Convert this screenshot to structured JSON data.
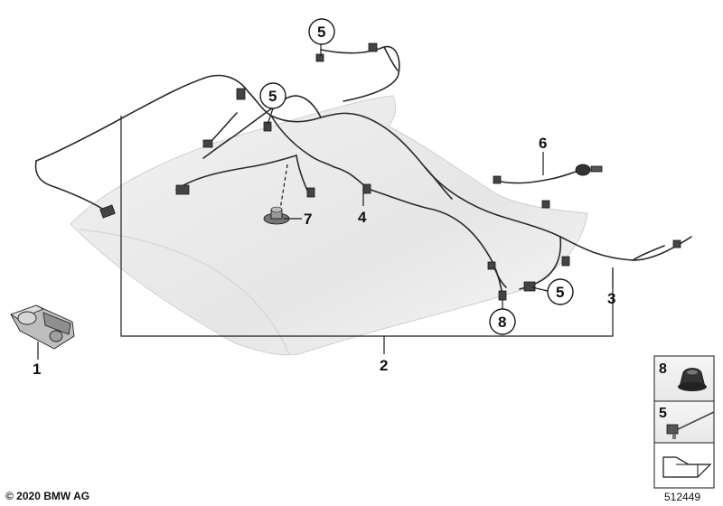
{
  "callouts": {
    "c1": "1",
    "c2": "2",
    "c3": "3",
    "c4": "4",
    "c5a": "5",
    "c5b": "5",
    "c5c": "5",
    "c6": "6",
    "c7": "7",
    "c8": "8"
  },
  "legend": {
    "top": "8",
    "middle": "5"
  },
  "footer": {
    "copyright": "© 2020 BMW AG",
    "diagram_id": "512449"
  },
  "colors": {
    "line": "#1a1a1a",
    "roof_fill": "#e9e9e9",
    "legend_fill": "#f0f0f0"
  }
}
